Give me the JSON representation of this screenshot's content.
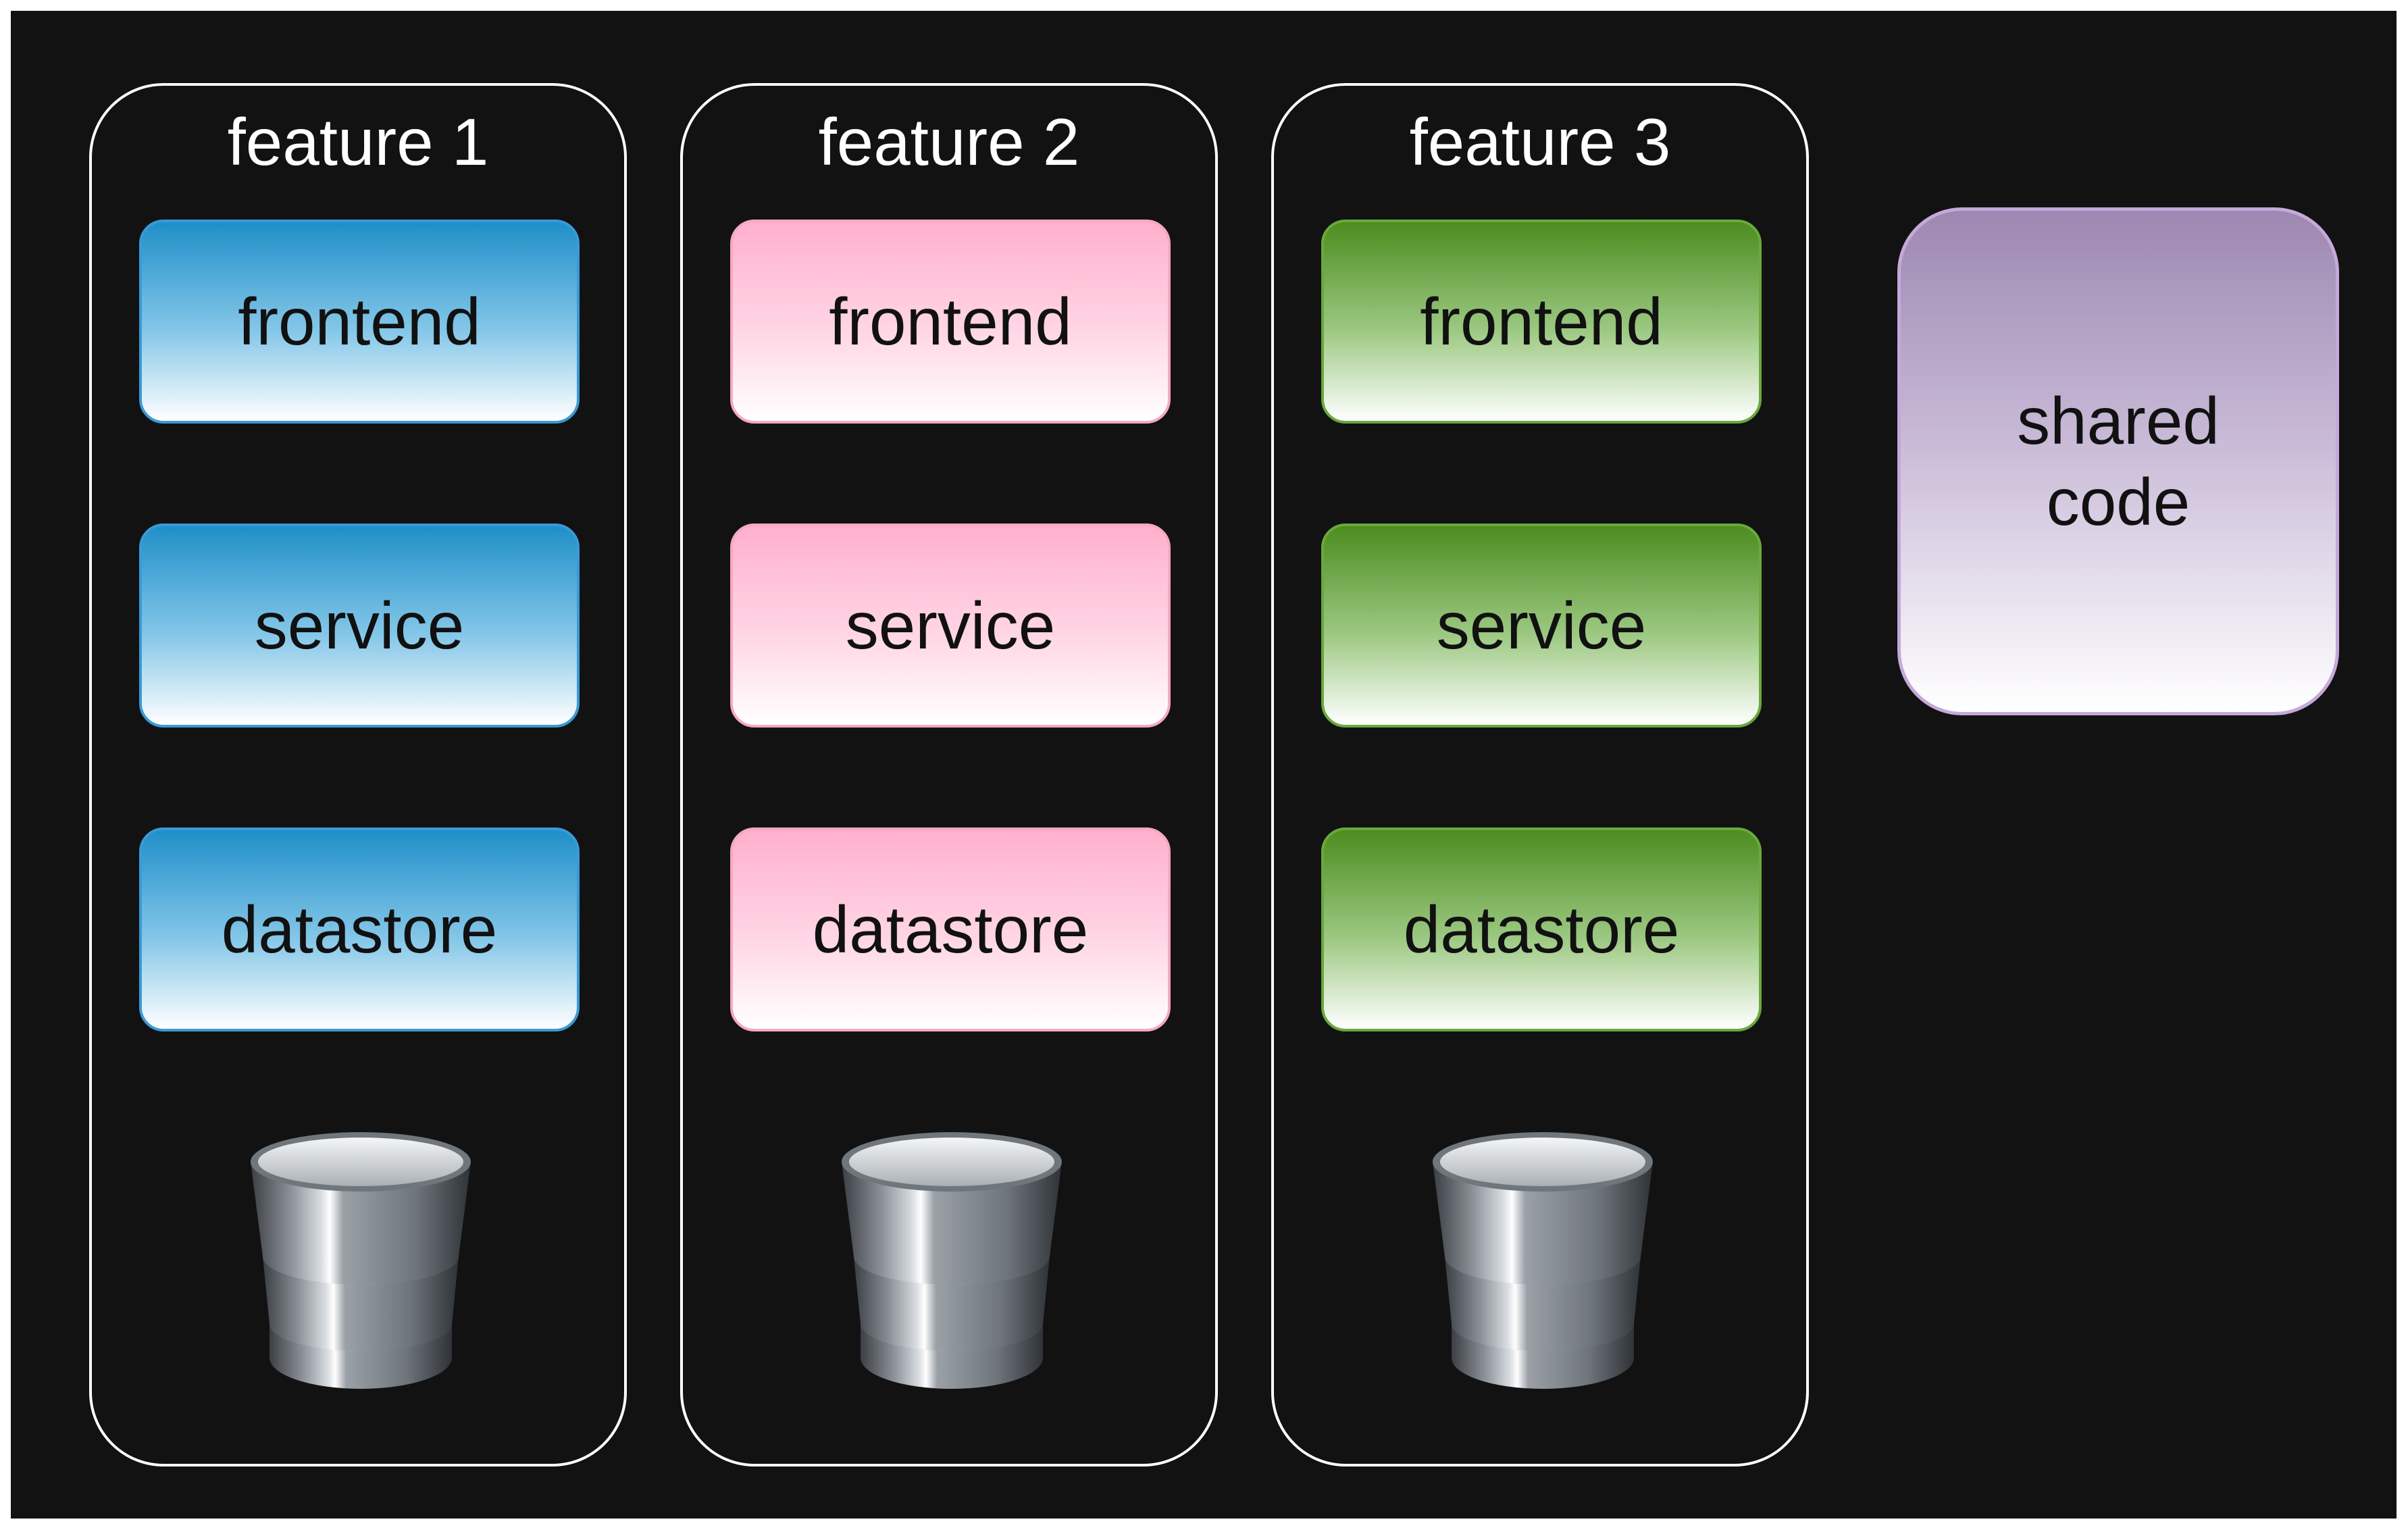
{
  "diagram": {
    "features": [
      {
        "title": "feature 1",
        "theme": "blue",
        "accent": "#1f8fc8",
        "layers": [
          "frontend",
          "service",
          "datastore"
        ],
        "icon": "database-icon"
      },
      {
        "title": "feature 2",
        "theme": "pink",
        "accent": "#ffb0cc",
        "layers": [
          "frontend",
          "service",
          "datastore"
        ],
        "icon": "database-icon"
      },
      {
        "title": "feature 3",
        "theme": "green",
        "accent": "#4c8d1f",
        "layers": [
          "frontend",
          "service",
          "datastore"
        ],
        "icon": "database-icon"
      }
    ],
    "shared": {
      "label": "shared\ncode",
      "accent": "#9d88b1"
    },
    "colors": {
      "background": "#121212",
      "border": "#ffffff"
    }
  }
}
